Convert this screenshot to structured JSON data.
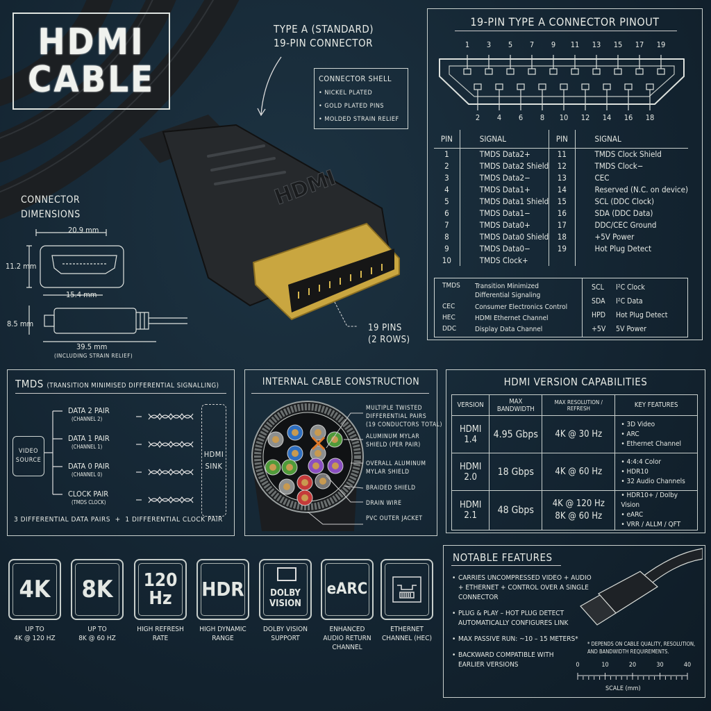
{
  "title": {
    "line1": "HDMI",
    "line2": "CABLE"
  },
  "callouts": {
    "type_a": "TYPE A (STANDARD)\n19-PIN CONNECTOR",
    "shell_title": "CONNECTOR SHELL",
    "shell_items": [
      "• NICKEL PLATED",
      "• GOLD PLATED PINS",
      "• MOLDED STRAIN RELIEF"
    ],
    "pins": "19 PINS\n(2 ROWS)"
  },
  "dimensions": {
    "title": "CONNECTOR\nDIMENSIONS",
    "width": "20.9 mm",
    "height": "11.2 mm",
    "inner_width": "15.4 mm",
    "thickness": "8.5 mm",
    "length": "39.5 mm",
    "length_note": "(INCLUDING STRAIN RELIEF)"
  },
  "pinout": {
    "title": "19-PIN TYPE A CONNECTOR PINOUT",
    "top_pins": [
      "1",
      "3",
      "5",
      "7",
      "9",
      "11",
      "13",
      "15",
      "17",
      "19"
    ],
    "bottom_pins": [
      "2",
      "4",
      "6",
      "8",
      "10",
      "12",
      "14",
      "16",
      "18"
    ],
    "headers": [
      "PIN",
      "SIGNAL",
      "PIN",
      "SIGNAL"
    ],
    "left": [
      [
        "1",
        "TMDS Data2+"
      ],
      [
        "2",
        "TMDS Data2 Shield"
      ],
      [
        "3",
        "TMDS Data2−"
      ],
      [
        "4",
        "TMDS Data1+"
      ],
      [
        "5",
        "TMDS Data1 Shield"
      ],
      [
        "6",
        "TMDS Data1−"
      ],
      [
        "7",
        "TMDS Data0+"
      ],
      [
        "8",
        "TMDS Data0 Shield"
      ],
      [
        "9",
        "TMDS Data0−"
      ],
      [
        "10",
        "TMDS Clock+"
      ]
    ],
    "right": [
      [
        "11",
        "TMDS Clock Shield"
      ],
      [
        "12",
        "TMDS Clock−"
      ],
      [
        "13",
        "CEC"
      ],
      [
        "14",
        "Reserved (N.C. on device)"
      ],
      [
        "15",
        "SCL (DDC Clock)"
      ],
      [
        "16",
        "SDA (DDC Data)"
      ],
      [
        "17",
        "DDC/CEC Ground"
      ],
      [
        "18",
        "+5V Power"
      ],
      [
        "19",
        "Hot Plug Detect"
      ]
    ],
    "abbr_left": [
      [
        "TMDS",
        "Transition Minimized\nDifferential Signaling"
      ],
      [
        "CEC",
        "Consumer Electronics Control"
      ],
      [
        "HEC",
        "HDMI Ethernet Channel"
      ],
      [
        "DDC",
        "Display Data Channel"
      ]
    ],
    "abbr_right": [
      [
        "SCL",
        "I²C Clock"
      ],
      [
        "SDA",
        "I²C Data"
      ],
      [
        "HPD",
        "Hot Plug Detect"
      ],
      [
        "+5V",
        "5V Power"
      ]
    ]
  },
  "tmds": {
    "title": "TMDS",
    "subtitle": "(TRANSITION MINIMISED DIFFERENTIAL SIGNALLING)",
    "source": "VIDEO\nSOURCE",
    "sink": "HDMI\nSINK",
    "pairs": [
      {
        "name": "DATA 2 PAIR",
        "ch": "(CHANNEL 2)"
      },
      {
        "name": "DATA 1 PAIR",
        "ch": "(CHANNEL 1)"
      },
      {
        "name": "DATA 0 PAIR",
        "ch": "(CHANNEL 0)"
      },
      {
        "name": "CLOCK PAIR",
        "ch": "(TMDS CLOCK)"
      }
    ],
    "footer": "3 DIFFERENTIAL DATA PAIRS  +  1 DIFFERENTIAL CLOCK PAIR"
  },
  "construction": {
    "title": "INTERNAL CABLE CONSTRUCTION",
    "labels": [
      "MULTIPLE TWISTED\nDIFFERENTIAL PAIRS\n(19 CONDUCTORS TOTAL)",
      "ALUMINUM MYLAR\nSHIELD (PER PAIR)",
      "OVERALL ALUMINUM\nMYLAR SHIELD",
      "BRAIDED SHIELD",
      "DRAIN WIRE",
      "PVC OUTER JACKET"
    ],
    "pair_colors": [
      "#2f6fc0",
      "#e07a2a",
      "#4f9a3a",
      "#8a4fc0",
      "#c43a3a"
    ]
  },
  "versions": {
    "title": "HDMI VERSION CAPABILITIES",
    "headers": [
      "VERSION",
      "MAX BANDWIDTH",
      "MAX RESOLUTION / REFRESH",
      "KEY FEATURES"
    ],
    "rows": [
      {
        "version": "HDMI 1.4",
        "bandwidth": "4.95 Gbps",
        "resolution": "4K @ 30 Hz",
        "features": [
          "• 3D Video",
          "• ARC",
          "• Ethernet Channel"
        ]
      },
      {
        "version": "HDMI 2.0",
        "bandwidth": "18 Gbps",
        "resolution": "4K @ 60 Hz",
        "features": [
          "• 4:4:4 Color",
          "• HDR10",
          "• 32 Audio Channels"
        ]
      },
      {
        "version": "HDMI 2.1",
        "bandwidth": "48 Gbps",
        "resolution": "4K @ 120 Hz\n8K @ 60 Hz",
        "features": [
          "• HDR10+ / Dolby Vision",
          "• eARC",
          "• VRR / ALLM / QFT"
        ]
      }
    ]
  },
  "badges": [
    {
      "icon": "4K",
      "caption": "UP TO\n4K @ 120 Hz"
    },
    {
      "icon": "8K",
      "caption": "UP TO\n8K @ 60 Hz"
    },
    {
      "icon": "120\nHz",
      "caption": "HIGH REFRESH\nRATE"
    },
    {
      "icon": "HDR",
      "caption": "HIGH DYNAMIC\nRANGE"
    },
    {
      "icon": "DOLBY\nVISION",
      "caption": "DOLBY VISION\nSUPPORT"
    },
    {
      "icon": "eARC",
      "caption": "ENHANCED\nAUDIO RETURN\nCHANNEL"
    },
    {
      "icon": "",
      "caption": "ETHERNET\nCHANNEL (HEC)"
    }
  ],
  "features": {
    "title": "NOTABLE FEATURES",
    "items": [
      "CARRIES UNCOMPRESSED VIDEO + AUDIO\n+ ETHERNET + CONTROL OVER A SINGLE\nCONNECTOR",
      "PLUG & PLAY – HOT PLUG DETECT\nAUTOMATICALLY CONFIGURES LINK",
      "MAX PASSIVE RUN: ~10 – 15 METERS*",
      "BACKWARD COMPATIBLE WITH\nEARLIER VERSIONS"
    ],
    "footnote": "* DEPENDS ON CABLE QUALITY, RESOLUTION,\nAND BANDWIDTH REQUIREMENTS.",
    "scale_ticks": [
      "0",
      "10",
      "20",
      "30",
      "40"
    ],
    "scale_label": "SCALE (mm)"
  },
  "colors": {
    "background": "#142532",
    "chalk": "#e6e9e4",
    "gold": "#c9a640"
  }
}
